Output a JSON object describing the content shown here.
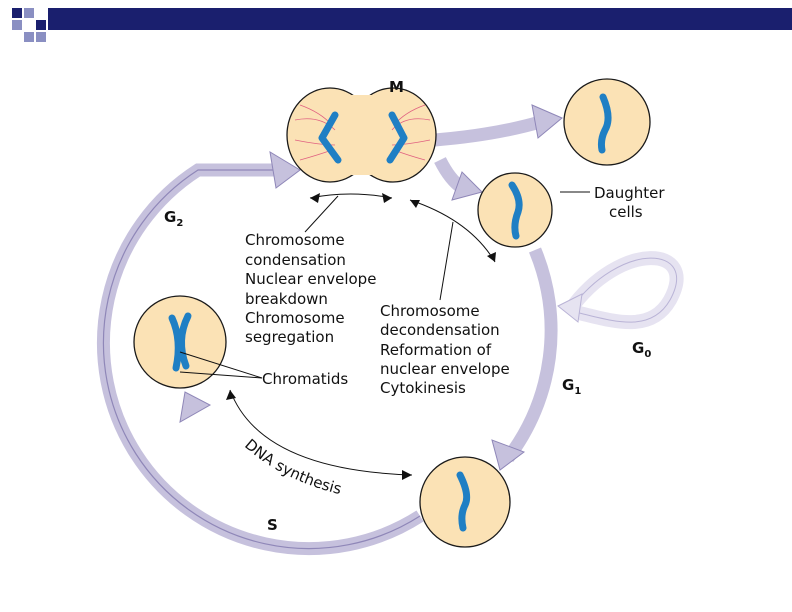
{
  "phases": {
    "m": "M",
    "s": "S",
    "g1": "G",
    "g1_sub": "1",
    "g2": "G",
    "g2_sub": "2",
    "g0": "G",
    "g0_sub": "0"
  },
  "labels": {
    "daughter_1": "Daughter",
    "daughter_2": "cells",
    "left_block": [
      "Chromosome",
      "condensation",
      "Nuclear envelope",
      "breakdown",
      "Chromosome",
      "segregation"
    ],
    "right_block": [
      "Chromosome",
      "decondensation",
      "Reformation of",
      "nuclear envelope",
      "Cytokinesis"
    ],
    "chromatids": "Chromatids",
    "dna_synthesis": "DNA synthesis"
  },
  "colors": {
    "header_navy": "#1a1f6e",
    "cell_fill": "#fbe2b5",
    "cell_stroke": "#1a1a1a",
    "chromosome": "#1f7fc4",
    "arrow_fill": "#c6c1dd",
    "arrow_stroke": "#8f87b8",
    "g0_fill": "#e6e3f1",
    "spindle": "#e06080"
  }
}
